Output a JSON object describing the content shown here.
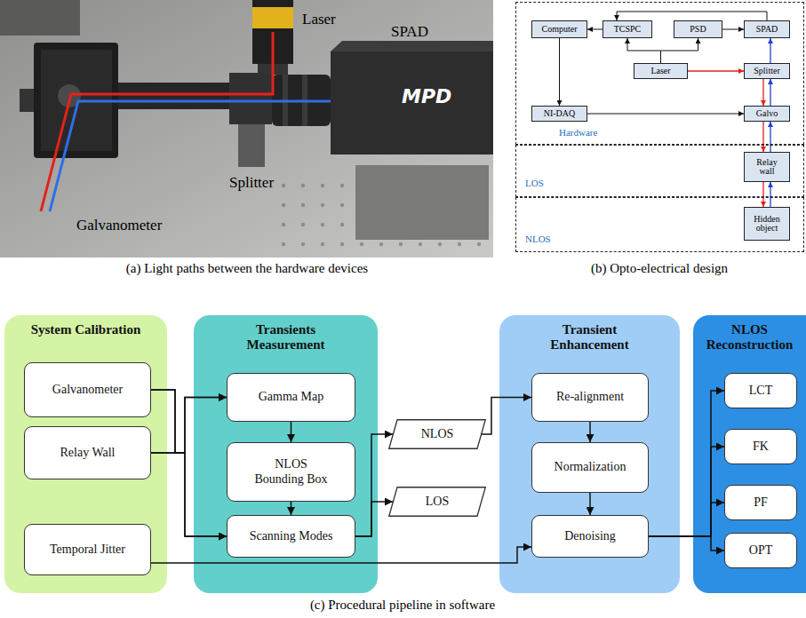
{
  "diagram": {
    "nodes": [
      {
        "text": [
          "Hardware"
        ]
      },
      {
        "text": [
          "Computer"
        ],
        "in": 0
      },
      {
        "text": [
          "TCSPC"
        ],
        "in": 0
      },
      {
        "text": [
          "PSD"
        ],
        "in": 0
      },
      {
        "text": [
          "SPAD"
        ],
        "in": 0
      },
      {
        "text": [
          "Laser"
        ],
        "in": 0
      },
      {
        "text": [
          "Splitter"
        ],
        "in": 0
      },
      {
        "text": [
          "NI-DAQ"
        ],
        "in": 0
      },
      {
        "text": [
          "Galvo"
        ],
        "in": 0
      },
      {
        "text": [
          "LOS"
        ]
      },
      {
        "text": [
          "Relay wall"
        ],
        "in": 9
      },
      {
        "text": [
          "NLOS"
        ]
      },
      {
        "text": [
          "Hidden object"
        ],
        "in": 11
      },
      {
        "text": [
          "System Calibration"
        ]
      },
      {
        "text": [
          "Galvanometer"
        ],
        "in": 13
      },
      {
        "text": [
          "Relay Wall"
        ],
        "in": 13
      },
      {
        "text": [
          "Temporal Jitter"
        ],
        "in": 13
      },
      {
        "text": [
          "Transients Measurement"
        ]
      },
      {
        "text": [
          "Gamma Map"
        ],
        "in": 17
      },
      {
        "text": [
          "NLOS Bounding Box"
        ],
        "in": 17
      },
      {
        "text": [
          "Scanning Modes"
        ],
        "in": 17
      },
      {
        "text": [
          "NLOS"
        ]
      },
      {
        "text": [
          "LOS"
        ]
      },
      {
        "text": [
          "Transient Enhancement"
        ]
      },
      {
        "text": [
          "Re-alignment"
        ],
        "in": 23
      },
      {
        "text": [
          "Normalization"
        ],
        "in": 23
      },
      {
        "text": [
          "Denoising"
        ],
        "in": 23
      },
      {
        "text": [
          "NLOS Reconstruction"
        ]
      },
      {
        "text": [
          "LCT"
        ],
        "in": 27
      },
      {
        "text": [
          "FK"
        ],
        "in": 27
      },
      {
        "text": [
          "PF"
        ],
        "in": 27
      },
      {
        "text": [
          "OPT"
        ],
        "in": 27
      }
    ],
    "edges": [
      {
        "from": 2,
        "to": 1,
        "arrow": "to"
      },
      {
        "from": 4,
        "to": 2,
        "arrow": "to"
      },
      {
        "from": 3,
        "to": 4,
        "arrow": "to"
      },
      {
        "from": 5,
        "to": 2,
        "arrow": "to"
      },
      {
        "from": 5,
        "to": 3,
        "arrow": "to"
      },
      {
        "from": 5,
        "to": 6,
        "arrow": "to"
      },
      {
        "from": 6,
        "to": 4,
        "arrow": "to"
      },
      {
        "from": 1,
        "to": 7,
        "arrow": "to"
      },
      {
        "from": 7,
        "to": 8,
        "arrow": "to"
      },
      {
        "from": 6,
        "to": 8,
        "arrow": "to"
      },
      {
        "from": 8,
        "to": 6,
        "arrow": "to"
      },
      {
        "from": 8,
        "to": 10,
        "arrow": "to"
      },
      {
        "from": 10,
        "to": 8,
        "arrow": "to"
      },
      {
        "from": 10,
        "to": 12,
        "arrow": "to"
      },
      {
        "from": 12,
        "to": 10,
        "arrow": "to"
      },
      {
        "from": 14,
        "to": 18,
        "arrow": "to"
      },
      {
        "from": 14,
        "to": 20,
        "arrow": "to"
      },
      {
        "from": 15,
        "to": 18,
        "arrow": "to"
      },
      {
        "from": 15,
        "to": 20,
        "arrow": "to"
      },
      {
        "from": 18,
        "to": 19,
        "arrow": "to"
      },
      {
        "from": 19,
        "to": 20,
        "arrow": "to"
      },
      {
        "from": 20,
        "to": 21,
        "arrow": "to"
      },
      {
        "from": 20,
        "to": 22,
        "arrow": "to"
      },
      {
        "from": 21,
        "to": 24,
        "arrow": "to"
      },
      {
        "from": 24,
        "to": 25,
        "arrow": "to"
      },
      {
        "from": 25,
        "to": 26,
        "arrow": "to"
      },
      {
        "from": 16,
        "to": 26,
        "arrow": "to"
      },
      {
        "from": 26,
        "to": 28,
        "arrow": "to"
      },
      {
        "from": 26,
        "to": 29,
        "arrow": "to"
      },
      {
        "from": 26,
        "to": 30,
        "arrow": "to"
      },
      {
        "from": 26,
        "to": 31,
        "arrow": "to"
      }
    ],
    "labels": [
      "Laser",
      "SPAD",
      "Splitter",
      "Galvanometer",
      "MPD",
      "(a) Light paths between the hardware devices",
      "(b) Opto-electrical design",
      "(c) Procedural pipeline in software"
    ]
  }
}
